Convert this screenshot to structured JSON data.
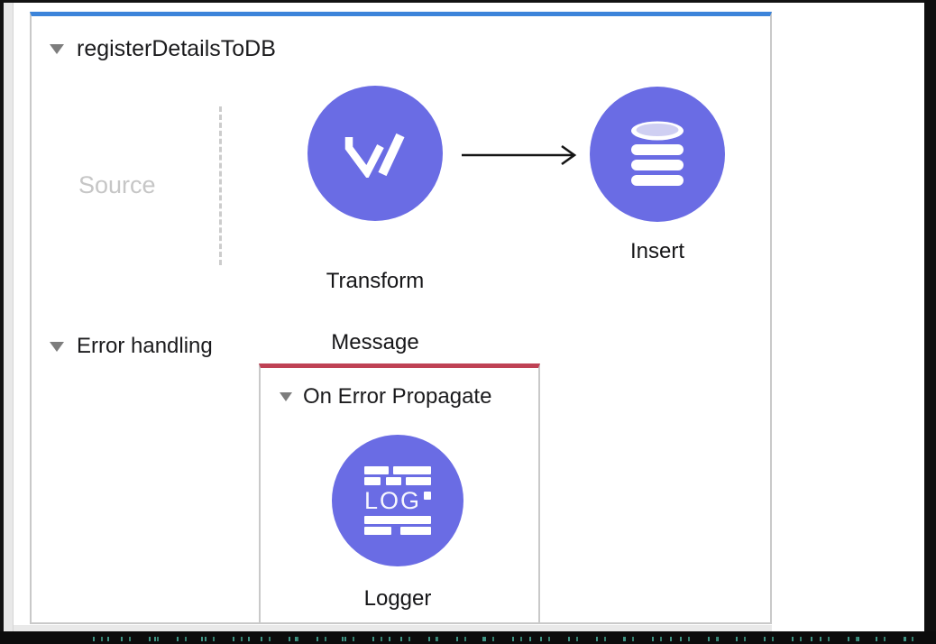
{
  "flow": {
    "title": "registerDetailsToDB",
    "accent_color": "#3c84da",
    "source": {
      "label": "Source"
    },
    "processors": {
      "transform": {
        "label_line1": "Transform",
        "label_line2": "Message",
        "icon": "dataweave-icon",
        "color": "#6a6ce4"
      },
      "insert": {
        "label": "Insert",
        "icon": "database-icon",
        "color": "#6a6ce4"
      }
    }
  },
  "error_handling": {
    "title": "Error handling",
    "scope": {
      "title": "On Error Propagate",
      "accent_color": "#bf4154",
      "processors": {
        "logger": {
          "label": "Logger",
          "icon": "logger-icon",
          "icon_text": "LOG",
          "color": "#6a6ce4"
        }
      }
    }
  }
}
